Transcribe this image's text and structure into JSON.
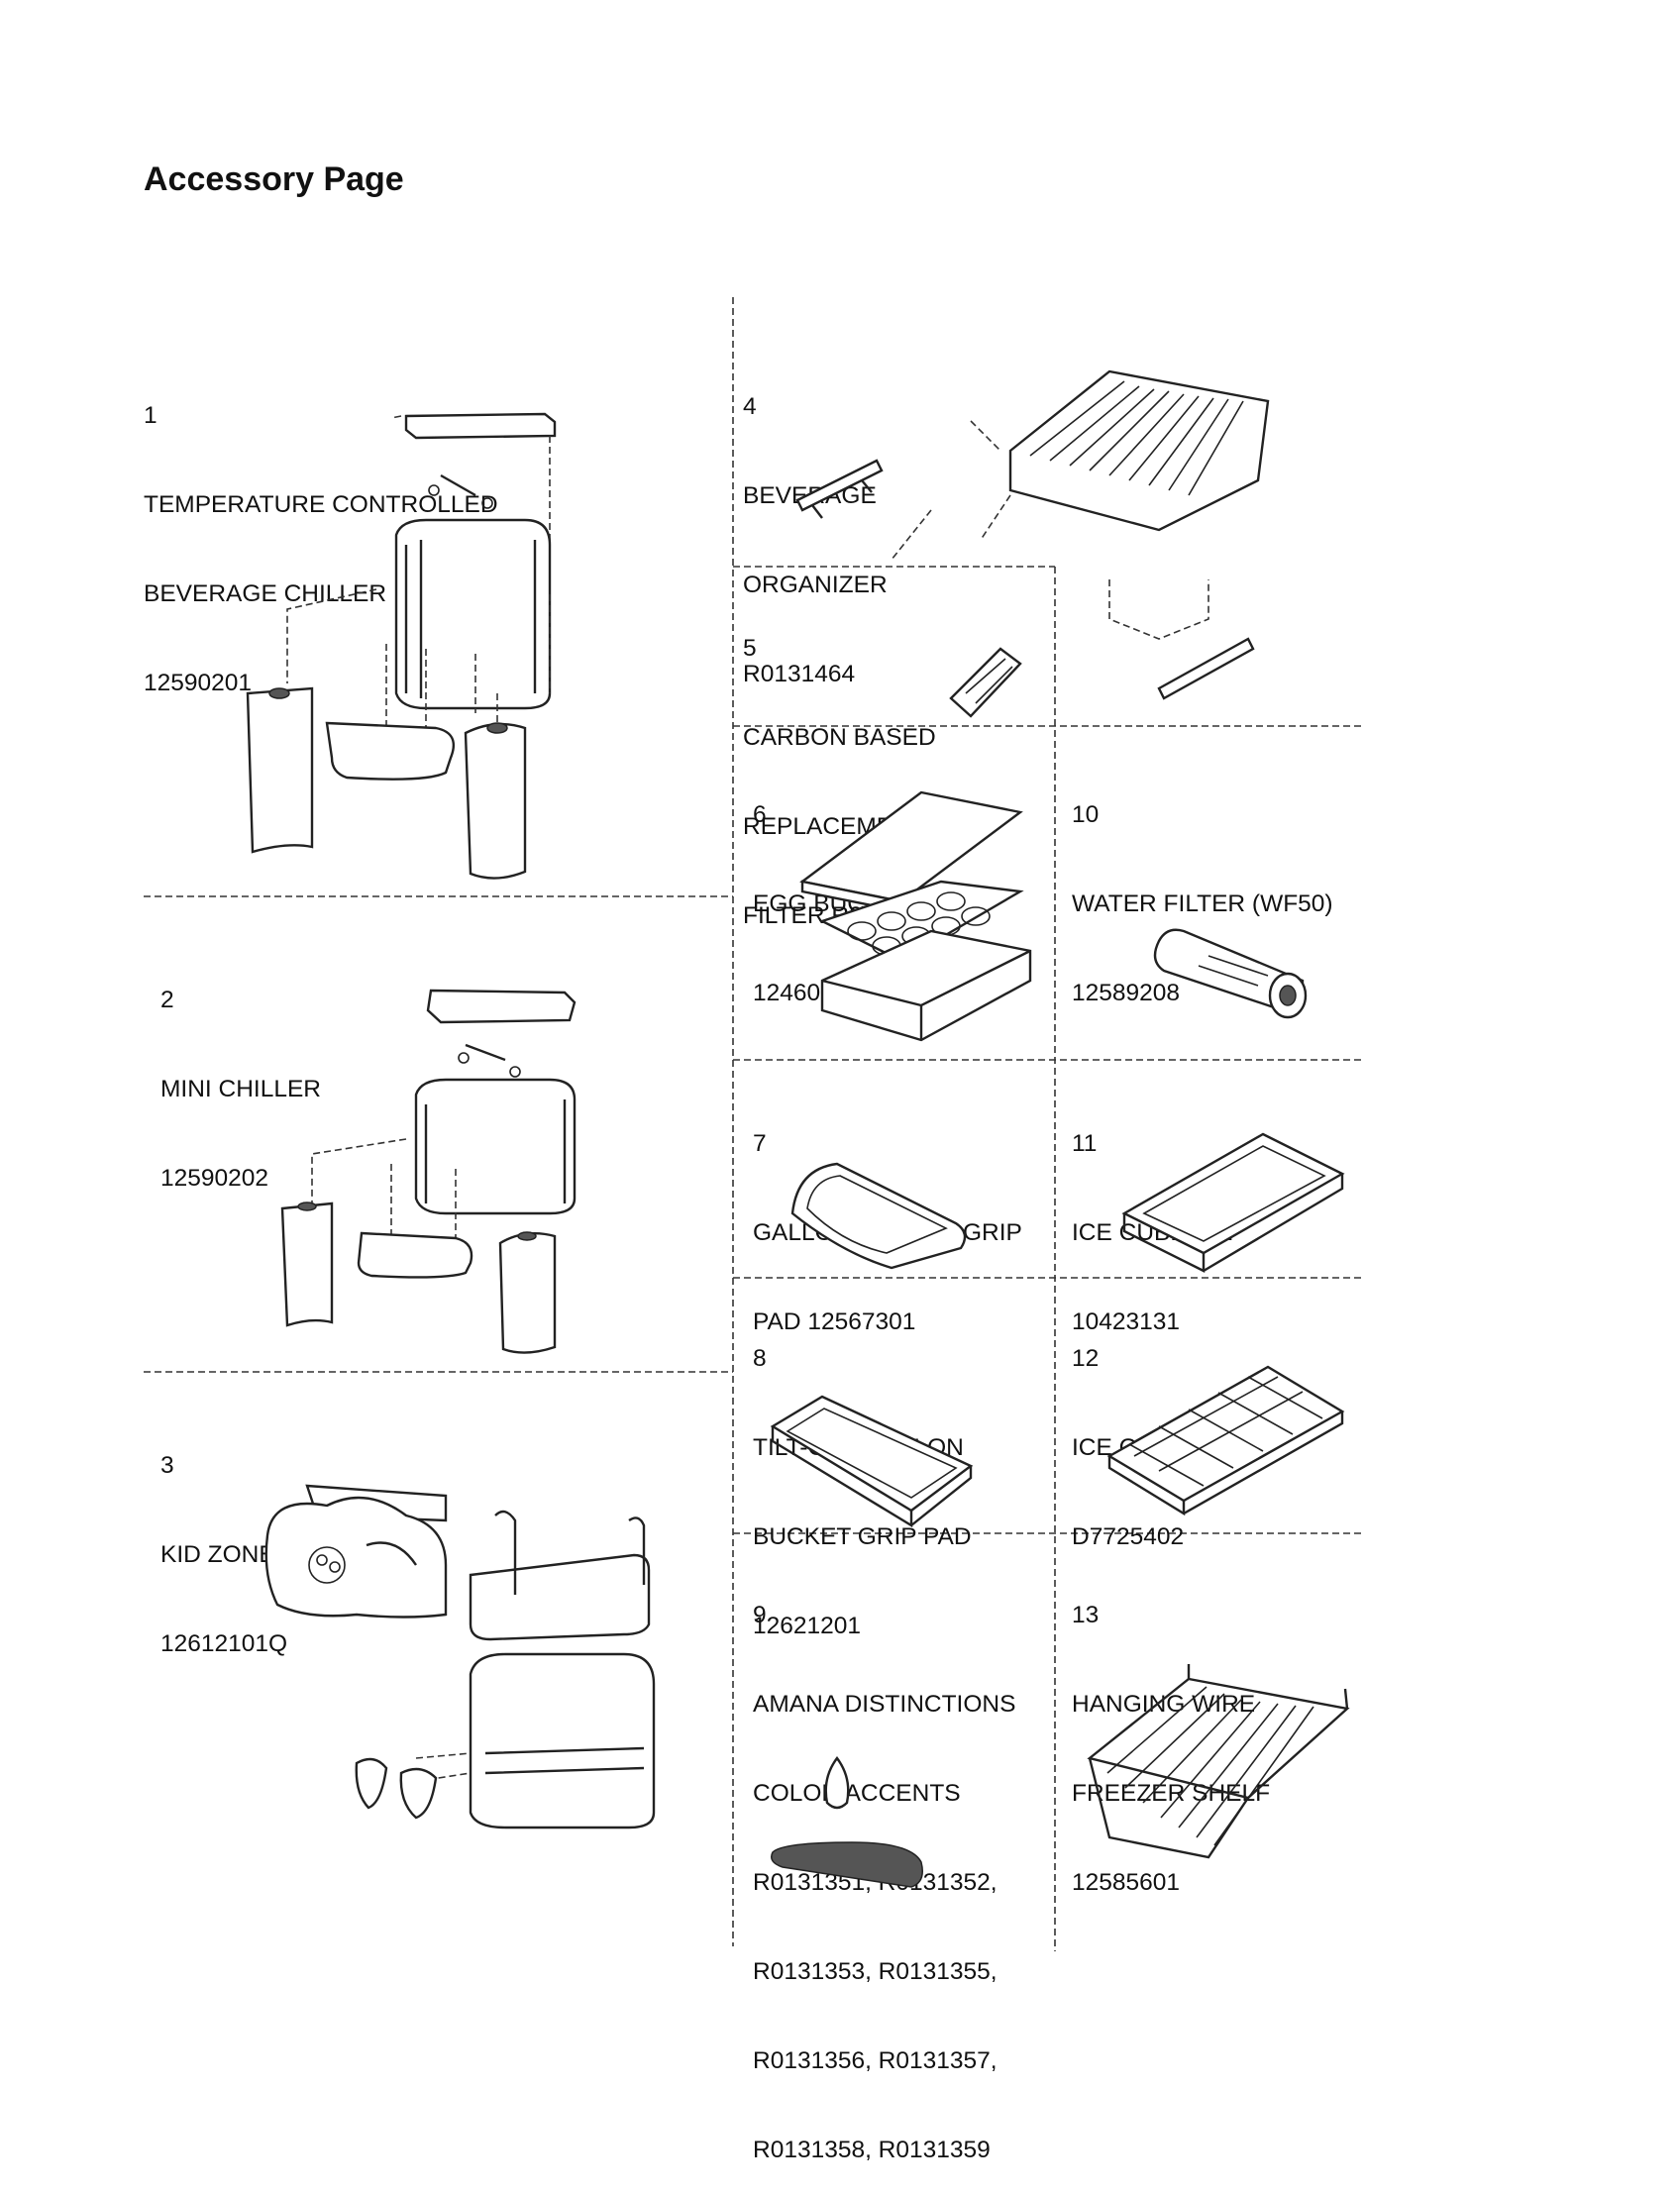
{
  "page": {
    "title": "Accessory Page"
  },
  "parts": [
    {
      "number": "1",
      "lines": [
        "TEMPERATURE CONTROLLED",
        "BEVERAGE CHILLER"
      ],
      "part_number": "12590201",
      "icon": "beverage-chiller"
    },
    {
      "number": "2",
      "lines": [
        "MINI CHILLER"
      ],
      "part_number": "12590202",
      "icon": "mini-chiller"
    },
    {
      "number": "3",
      "lines": [
        "KID ZONE"
      ],
      "part_number": "12612101Q",
      "icon": "kid-zone"
    },
    {
      "number": "4",
      "lines": [
        "BEVERAGE",
        "ORGANIZER"
      ],
      "part_number": "R0131464",
      "icon": "beverage-organizer"
    },
    {
      "number": "5",
      "lines": [
        "CARBON BASED",
        "REPLACEMENT AIR",
        "FILTER R0131350"
      ],
      "part_number": "",
      "icon": "air-filter"
    },
    {
      "number": "6",
      "lines": [
        "EGG BUCKET"
      ],
      "part_number": "12460016",
      "icon": "egg-bucket"
    },
    {
      "number": "7",
      "lines": [
        "GALLON BUCKET GRIP",
        "PAD 12567301"
      ],
      "part_number": "",
      "icon": "grip-pad"
    },
    {
      "number": "8",
      "lines": [
        "TILT-OUT GALLON",
        "BUCKET GRIP PAD"
      ],
      "part_number": "12621201",
      "icon": "tilt-out-grip-pad"
    },
    {
      "number": "9",
      "lines": [
        "AMANA DISTINCTIONS",
        "COLOR ACCENTS",
        "R0131351, R0131352,",
        "R0131353, R0131355,",
        "R0131356, R0131357,",
        "R0131358, R0131359"
      ],
      "part_number": "",
      "icon": "color-accents"
    },
    {
      "number": "10",
      "lines": [
        "WATER FILTER (WF50)"
      ],
      "part_number": "12589208",
      "icon": "water-filter"
    },
    {
      "number": "11",
      "lines": [
        "ICE CUBE BIN"
      ],
      "part_number": "10423131",
      "icon": "ice-cube-bin"
    },
    {
      "number": "12",
      "lines": [
        "ICE CUBE TRAY"
      ],
      "part_number": "D7725402",
      "icon": "ice-cube-tray"
    },
    {
      "number": "13",
      "lines": [
        "HANGING WIRE",
        "FREEZER SHELF"
      ],
      "part_number": "12585601",
      "icon": "wire-freezer-shelf"
    }
  ]
}
